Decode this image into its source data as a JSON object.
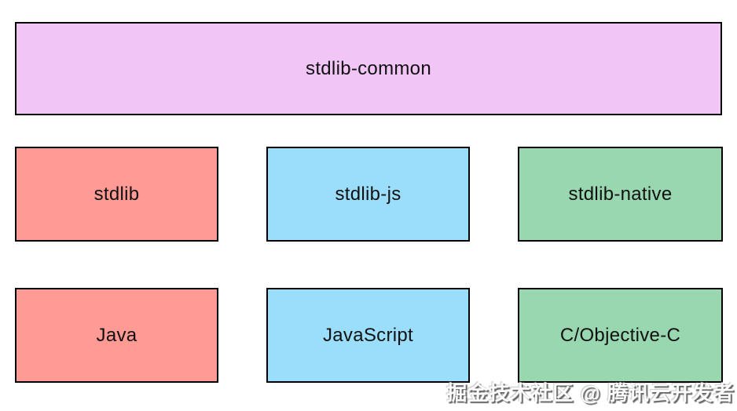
{
  "diagram": {
    "border_color": "#000000",
    "top_box": {
      "label": "stdlib-common",
      "color": "#f1c6f7"
    },
    "rows": [
      {
        "boxes": [
          {
            "label": "stdlib",
            "color": "#ff9a94"
          },
          {
            "label": "stdlib-js",
            "color": "#9bdefb"
          },
          {
            "label": "stdlib-native",
            "color": "#99d7b0"
          }
        ]
      },
      {
        "boxes": [
          {
            "label": "Java",
            "color": "#ff9a94"
          },
          {
            "label": "JavaScript",
            "color": "#9bdefb"
          },
          {
            "label": "C/Objective-C",
            "color": "#99d7b0"
          }
        ]
      }
    ]
  },
  "watermark": {
    "text": "掘金技术社区 @ 腾讯云开发者",
    "color": "#fbfbfb"
  }
}
